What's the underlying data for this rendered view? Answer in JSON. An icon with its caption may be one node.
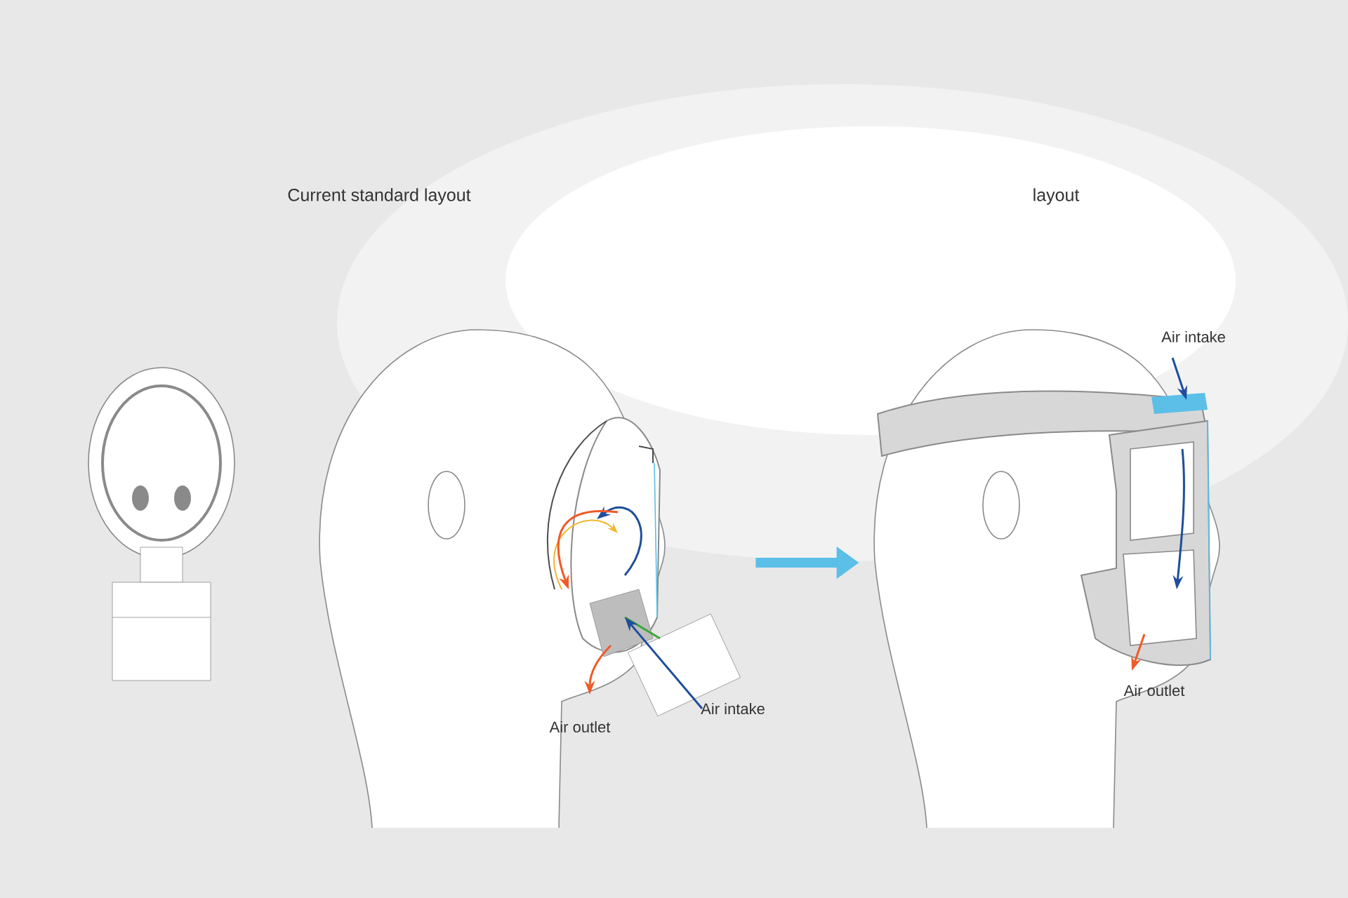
{
  "diagram": {
    "nodes": [
      {
        "text": [],
        "shape": "picture"
      },
      {
        "text": [],
        "shape": "picture"
      }
    ],
    "edges": [
      {
        "from": 0,
        "to": 1,
        "arrow": "to",
        "color": "#5bbfe8"
      }
    ],
    "labels": [
      "Current standard layout",
      "layout",
      "Air intake",
      "Air outlet",
      "Air intake",
      "Air outlet"
    ]
  }
}
